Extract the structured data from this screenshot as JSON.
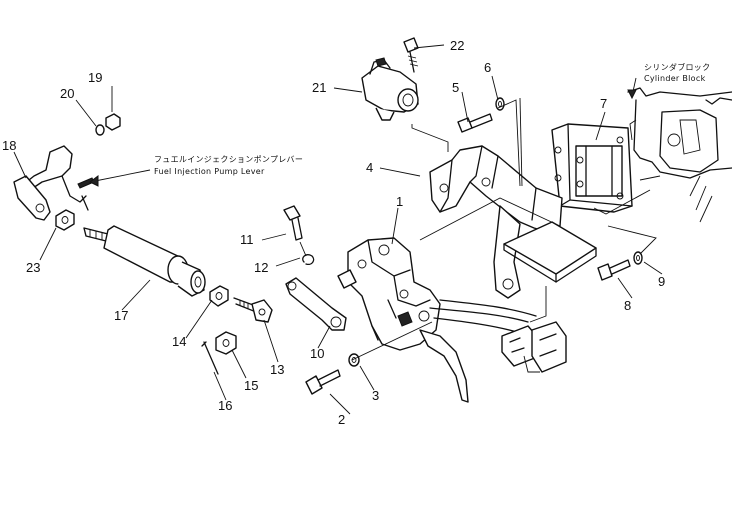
{
  "labels": {
    "fuel_lever_jp": "フュエルインジェクションポンプレバー",
    "fuel_lever_en": "Fuel Injection Pump Lever",
    "cylinder_block_jp": "シリンダブロック",
    "cylinder_block_en": "Cylinder Block"
  },
  "callouts": {
    "c1": "1",
    "c2": "2",
    "c3": "3",
    "c4": "4",
    "c5": "5",
    "c6": "6",
    "c7": "7",
    "c8": "8",
    "c9": "9",
    "c10": "10",
    "c11": "11",
    "c12": "12",
    "c13": "13",
    "c14": "14",
    "c15": "15",
    "c16": "16",
    "c17": "17",
    "c18": "18",
    "c19": "19",
    "c20": "20",
    "c21": "21",
    "c22": "22",
    "c23": "23"
  }
}
